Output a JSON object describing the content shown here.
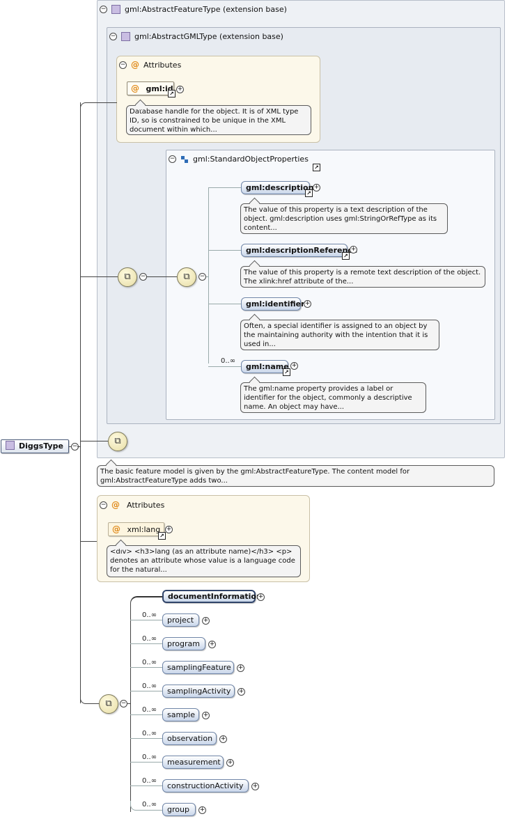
{
  "root": {
    "label": "DiggsType"
  },
  "feature_ext": {
    "label": "gml:AbstractFeatureType (extension base)"
  },
  "gml_ext": {
    "label": "gml:AbstractGMLType (extension base)"
  },
  "gml_attrs": {
    "title": "Attributes",
    "id_label": "gml:id",
    "id_note": "Database handle for the object. It is of XML type ID, so is constrained to be unique in the XML document within which..."
  },
  "std_props": {
    "label": "gml:StandardObjectProperties",
    "items": [
      {
        "label": "gml:description",
        "card": "",
        "note": "The value of this property is a text description of the object. gml:description uses gml:StringOrRefType as its content..."
      },
      {
        "label": "gml:descriptionReference",
        "card": "",
        "note": "The value of this property is a remote text description of the object. The xlink:href attribute of the..."
      },
      {
        "label": "gml:identifier",
        "card": "",
        "note": "Often, a special identifier is assigned to an object by the maintaining authority with the intention that it is used in..."
      },
      {
        "label": "gml:name",
        "card": "0..∞",
        "note": "The gml:name property provides a label or identifier for the object, commonly a descriptive name. An object may have..."
      }
    ]
  },
  "feature_note": "The basic feature model is given by the gml:AbstractFeatureType. The content model for gml:AbstractFeatureType adds two...",
  "diggs_attrs": {
    "title": "Attributes",
    "lang_label": "xml:lang",
    "lang_note": "<div> <h3>lang (as an attribute name)</h3> <p> denotes an attribute whose value is a language code for the natural..."
  },
  "sequence": [
    {
      "label": "documentInformation",
      "card": ""
    },
    {
      "label": "project",
      "card": "0..∞"
    },
    {
      "label": "program",
      "card": "0..∞"
    },
    {
      "label": "samplingFeature",
      "card": "0..∞"
    },
    {
      "label": "samplingActivity",
      "card": "0..∞"
    },
    {
      "label": "sample",
      "card": "0..∞"
    },
    {
      "label": "observation",
      "card": "0..∞"
    },
    {
      "label": "measurement",
      "card": "0..∞"
    },
    {
      "label": "constructionActivity",
      "card": "0..∞"
    },
    {
      "label": "group",
      "card": "0..∞"
    }
  ],
  "icons": {
    "collapse": "collapse-icon",
    "expand": "expand-icon",
    "reference": "reference-arrow-icon",
    "sequence": "sequence-compositor-icon",
    "complex_type": "complex-type-icon",
    "attribute": "attribute-icon",
    "group": "group-icon"
  },
  "colors": {
    "element_fill": "#c9d6ea",
    "attr_fill": "#fcf8ea",
    "complex_type": "#c9bde2",
    "attr_symbol": "#e08a1a"
  }
}
